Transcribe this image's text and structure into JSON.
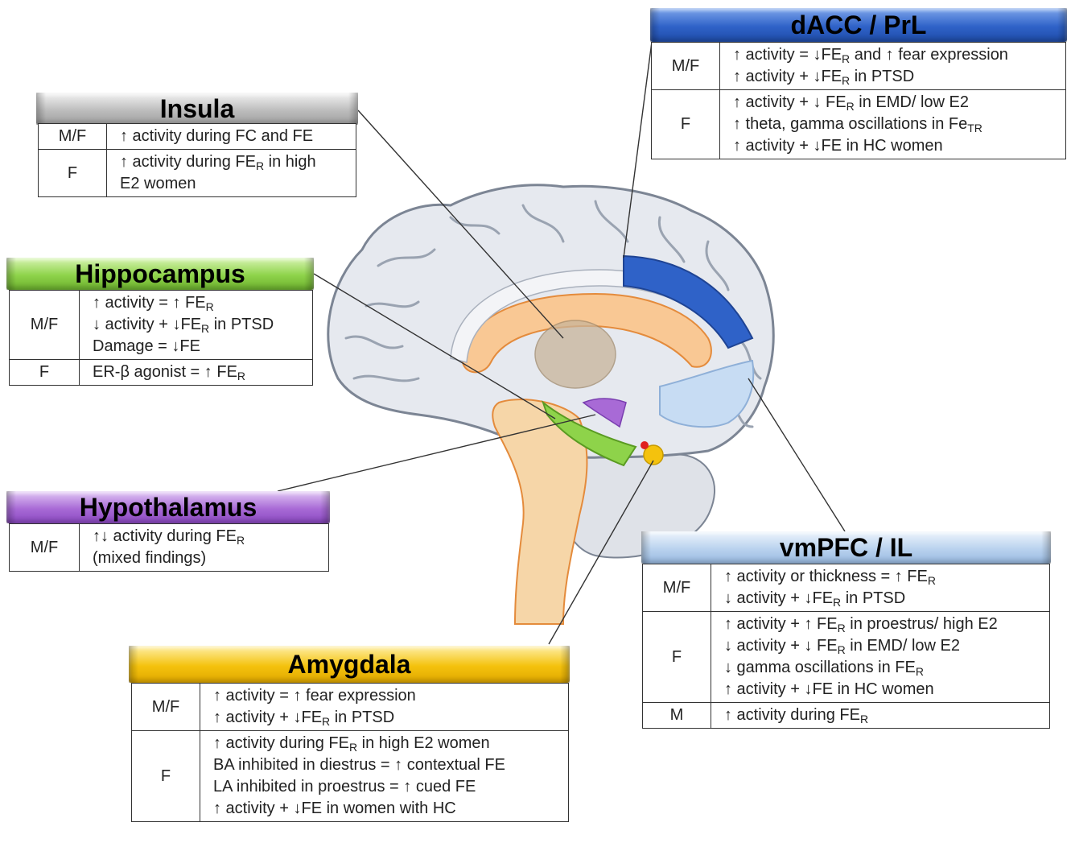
{
  "colors": {
    "insula_banner": "#bdbdbd",
    "hippocampus_banner": "#8ed34a",
    "hypothalamus_banner": "#a86ad6",
    "amygdala_banner": "#f4c20d",
    "dacc_banner": "#2f62c8",
    "vmpfc_banner": "#b9d2ee",
    "brain_cortex": "#e6e9ef",
    "brain_outline": "#7c8594",
    "brainstem": "#f6d6a8",
    "corpus_callosum": "#f9c894"
  },
  "panels": {
    "insula": {
      "title": "Insula",
      "rows": [
        {
          "key": "M/F",
          "lines": [
            [
              {
                "t": "↑ activity during FC and FE"
              }
            ]
          ]
        },
        {
          "key": "F",
          "lines": [
            [
              {
                "t": "↑ activity during FE"
              },
              {
                "s": "R"
              },
              {
                "t": " in high"
              }
            ],
            [
              {
                "t": "E2 women"
              }
            ]
          ]
        }
      ]
    },
    "hippocampus": {
      "title": "Hippocampus",
      "rows": [
        {
          "key": "M/F",
          "lines": [
            [
              {
                "t": "↑ activity = ↑ FE"
              },
              {
                "s": "R"
              }
            ],
            [
              {
                "t": "↓ activity + ↓FE"
              },
              {
                "s": "R"
              },
              {
                "t": " in PTSD"
              }
            ],
            [
              {
                "t": "Damage = ↓FE"
              }
            ]
          ]
        },
        {
          "key": "F",
          "lines": [
            [
              {
                "t": "ER-β agonist = ↑ FE"
              },
              {
                "s": "R"
              }
            ]
          ]
        }
      ]
    },
    "hypothalamus": {
      "title": "Hypothalamus",
      "rows": [
        {
          "key": "M/F",
          "lines": [
            [
              {
                "t": "↑↓ activity during FE"
              },
              {
                "s": "R"
              }
            ],
            [
              {
                "t": "(mixed findings)"
              }
            ]
          ]
        }
      ]
    },
    "amygdala": {
      "title": "Amygdala",
      "rows": [
        {
          "key": "M/F",
          "lines": [
            [
              {
                "t": "↑ activity = ↑ fear expression"
              }
            ],
            [
              {
                "t": "↑ activity + ↓FE"
              },
              {
                "s": "R"
              },
              {
                "t": " in PTSD"
              }
            ]
          ]
        },
        {
          "key": "F",
          "lines": [
            [
              {
                "t": "↑ activity during FE"
              },
              {
                "s": "R"
              },
              {
                "t": " in high E2 women"
              }
            ],
            [
              {
                "t": "BA inhibited in diestrus = ↑ contextual FE"
              }
            ],
            [
              {
                "t": "LA inhibited in proestrus = ↑ cued FE"
              }
            ],
            [
              {
                "t": "↑ activity + ↓FE in women with HC"
              }
            ]
          ]
        }
      ]
    },
    "dacc": {
      "title": "dACC / PrL",
      "rows": [
        {
          "key": "M/F",
          "lines": [
            [
              {
                "t": "↑ activity = ↓FE"
              },
              {
                "s": "R"
              },
              {
                "t": "  and ↑ fear expression"
              }
            ],
            [
              {
                "t": "↑ activity + ↓FE"
              },
              {
                "s": "R"
              },
              {
                "t": " in PTSD"
              }
            ]
          ]
        },
        {
          "key": "F",
          "lines": [
            [
              {
                "t": "↑ activity + ↓ FE"
              },
              {
                "s": "R"
              },
              {
                "t": " in EMD/ low E2"
              }
            ],
            [
              {
                "t": "↑ theta, gamma oscillations in Fe"
              },
              {
                "s": "TR"
              }
            ],
            [
              {
                "t": "↑ activity + ↓FE in HC women"
              }
            ]
          ]
        }
      ]
    },
    "vmpfc": {
      "title": "vmPFC  /  IL",
      "rows": [
        {
          "key": "M/F",
          "lines": [
            [
              {
                "t": "↑ activity or thickness = ↑ FE"
              },
              {
                "s": "R"
              }
            ],
            [
              {
                "t": "↓ activity + ↓FE"
              },
              {
                "s": "R"
              },
              {
                "t": " in PTSD"
              }
            ]
          ]
        },
        {
          "key": "F",
          "lines": [
            [
              {
                "t": "↑ activity + ↑ FE"
              },
              {
                "s": "R"
              },
              {
                "t": " in proestrus/ high E2"
              }
            ],
            [
              {
                "t": "↓ activity + ↓ FE"
              },
              {
                "s": "R"
              },
              {
                "t": " in EMD/ low E2"
              }
            ],
            [
              {
                "t": "↓ gamma oscillations in FE"
              },
              {
                "s": "R"
              }
            ],
            [
              {
                "t": "↑ activity + ↓FE in HC women"
              }
            ]
          ]
        },
        {
          "key": "M",
          "lines": [
            [
              {
                "t": "↑ activity during FE"
              },
              {
                "s": "R"
              }
            ]
          ]
        }
      ]
    }
  }
}
